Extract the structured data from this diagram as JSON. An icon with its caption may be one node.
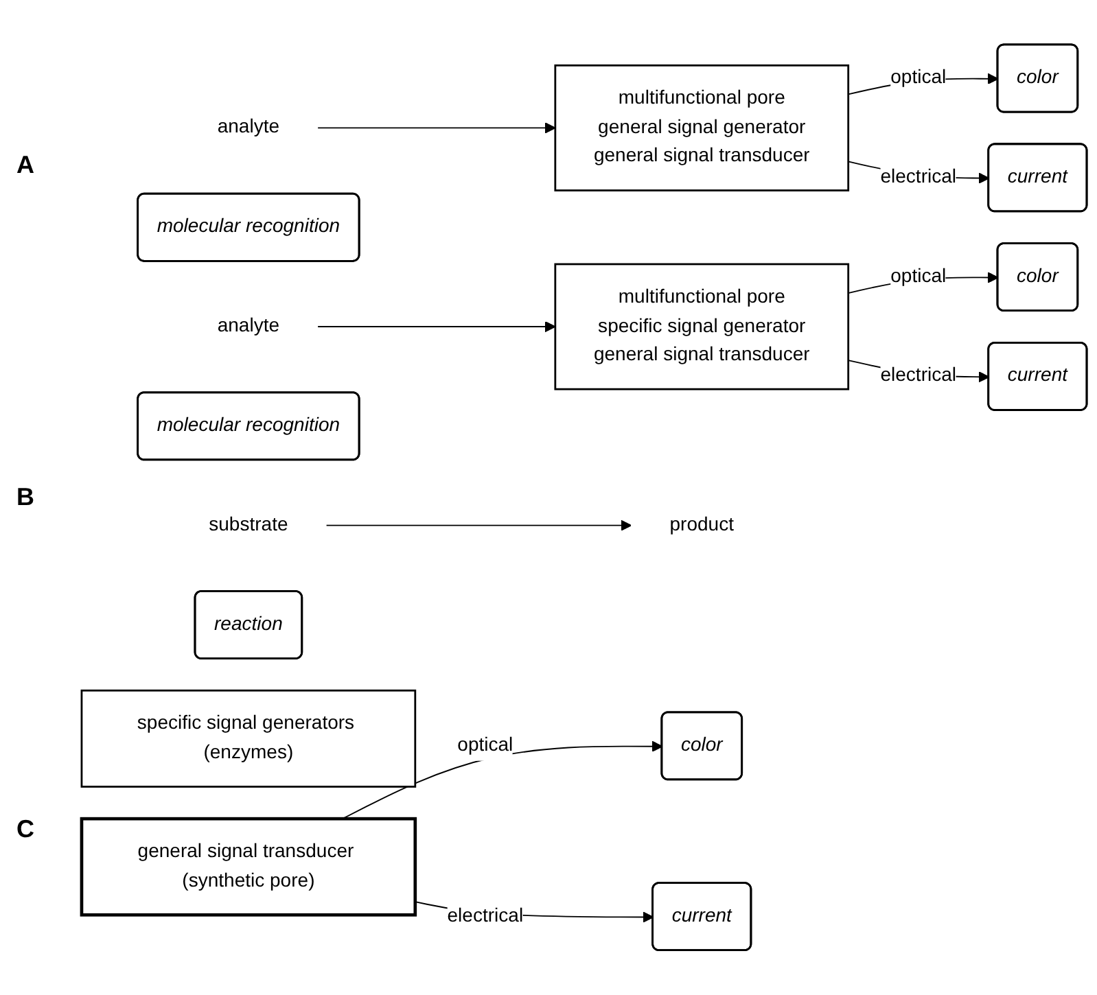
{
  "diagram": {
    "nodes": [
      {
        "text": [
          "analyte"
        ]
      },
      {
        "text": [
          "multifunctional pore",
          "general signal generator",
          "general signal transducer"
        ]
      },
      {
        "text": [
          "molecular recognition"
        ]
      },
      {
        "text": [
          "color"
        ]
      },
      {
        "text": [
          "current"
        ]
      },
      {
        "text": [
          "analyte"
        ]
      },
      {
        "text": [
          "multifunctional pore",
          "specific signal generator",
          "general signal transducer"
        ]
      },
      {
        "text": [
          "molecular recognition"
        ]
      },
      {
        "text": [
          "color"
        ]
      },
      {
        "text": [
          "current"
        ]
      },
      {
        "text": [
          "substrate"
        ]
      },
      {
        "text": [
          "reaction"
        ]
      },
      {
        "text": [
          "product"
        ]
      },
      {
        "text": [
          "specific signal generators (enzymes)"
        ]
      },
      {
        "text": [
          "general signal transducer (synthetic pore)"
        ]
      },
      {
        "text": [
          "color"
        ]
      },
      {
        "text": [
          "current"
        ]
      }
    ],
    "edges": [
      {
        "from": 0,
        "to": 1,
        "arrow": "to"
      },
      {
        "from": 1,
        "to": 3,
        "arrow": "to",
        "label": "optical"
      },
      {
        "from": 1,
        "to": 4,
        "arrow": "to",
        "label": "electrical"
      },
      {
        "from": 5,
        "to": 6,
        "arrow": "to"
      },
      {
        "from": 6,
        "to": 8,
        "arrow": "to",
        "label": "optical"
      },
      {
        "from": 6,
        "to": 9,
        "arrow": "to",
        "label": "electrical"
      },
      {
        "from": 10,
        "to": 12,
        "arrow": "to"
      },
      {
        "from": 14,
        "to": 15,
        "arrow": "to",
        "label": "optical"
      },
      {
        "from": 14,
        "to": 16,
        "arrow": "to",
        "label": "electrical"
      }
    ],
    "labels": [
      "A",
      "B",
      "C"
    ]
  }
}
